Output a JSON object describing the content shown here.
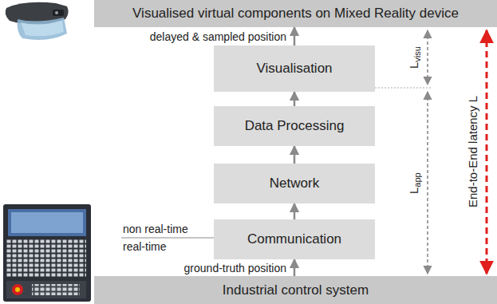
{
  "diagram": {
    "nodes": [
      {
        "text": [
          "Visualised virtual components on Mixed Reality device"
        ]
      },
      {
        "text": [
          "Visualisation"
        ]
      },
      {
        "text": [
          "Data Processing"
        ]
      },
      {
        "text": [
          "Network"
        ]
      },
      {
        "text": [
          "Communication"
        ]
      },
      {
        "text": [
          "Industrial control system"
        ]
      }
    ],
    "edges": [
      {
        "from": 5,
        "to": 4,
        "arrow": "to",
        "label": "ground-truth position"
      },
      {
        "from": 4,
        "to": 3,
        "arrow": "to"
      },
      {
        "from": 3,
        "to": 2,
        "arrow": "to"
      },
      {
        "from": 2,
        "to": 1,
        "arrow": "to"
      },
      {
        "from": 1,
        "to": 0,
        "arrow": "to",
        "label": "delayed & sampled position"
      }
    ],
    "labels": [
      "non real-time",
      "real-time",
      "L",
      "visu",
      "L",
      "app",
      "End-to-End latency L"
    ]
  }
}
